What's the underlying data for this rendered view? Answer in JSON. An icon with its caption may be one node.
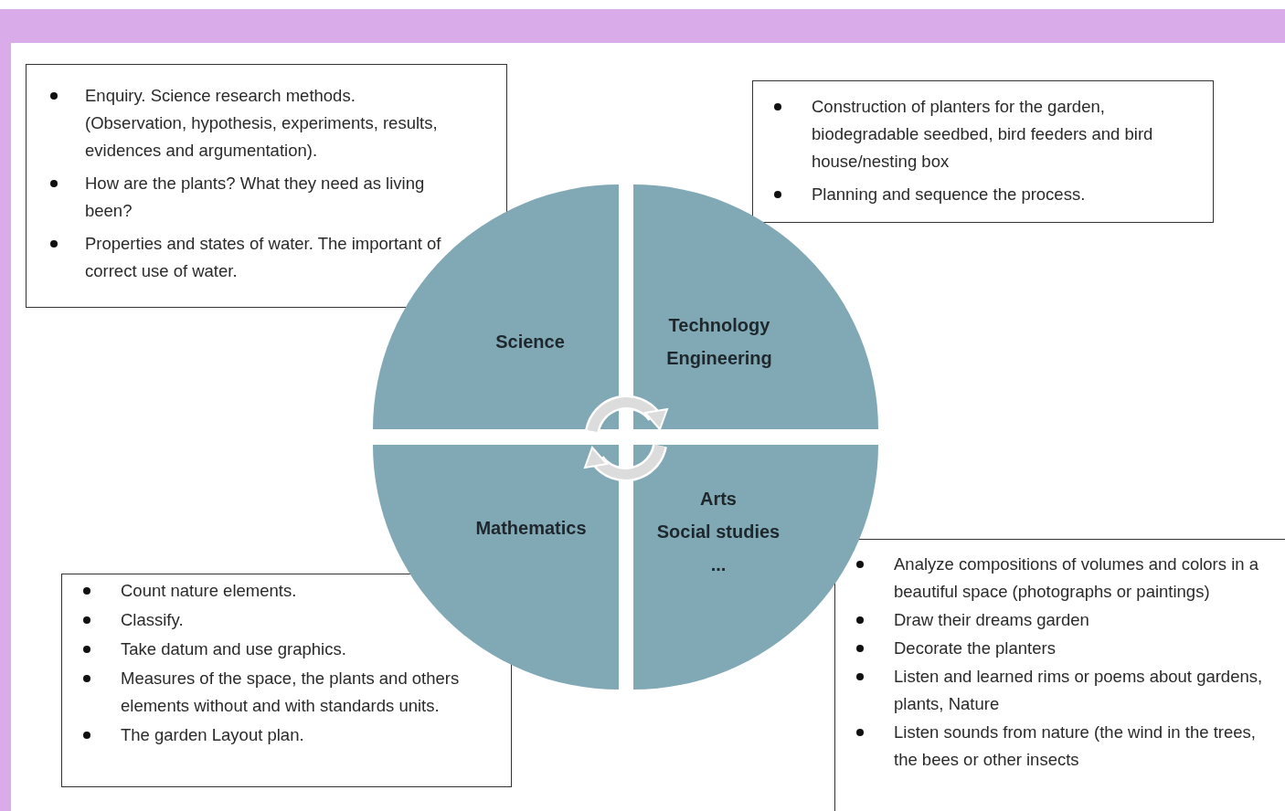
{
  "diagram": {
    "nodes": [
      {
        "text": [
          "Enquiry. Science research methods. (Observation, hypothesis, experiments, results, evidences and argumentation).",
          "How are the plants? What they need as living been?",
          "Properties and states of water. The important of correct use of water."
        ]
      },
      {
        "text": [
          "Construction of planters for the garden, biodegradable seedbed, bird feeders and bird house/nesting box",
          "Planning and sequence the process."
        ]
      },
      {
        "text": [
          "Science"
        ]
      },
      {
        "text": [
          "Technology",
          "Engineering"
        ]
      },
      {
        "text": [
          "Mathematics"
        ]
      },
      {
        "text": [
          "Arts",
          "Social studies",
          "..."
        ]
      },
      {
        "text": [
          "Count nature elements.",
          "Classify.",
          "Take datum and use graphics.",
          "Measures of the space, the plants and others elements without and with standards units.",
          "The garden Layout plan."
        ]
      },
      {
        "text": [
          "Analyze compositions of volumes and colors in a beautiful space (photographs or paintings)",
          "Draw their dreams garden",
          "Decorate the planters",
          "Listen and learned rims or poems about gardens, plants, Nature",
          "Listen sounds from nature (the wind in the trees, the bees or other insects"
        ]
      }
    ]
  }
}
